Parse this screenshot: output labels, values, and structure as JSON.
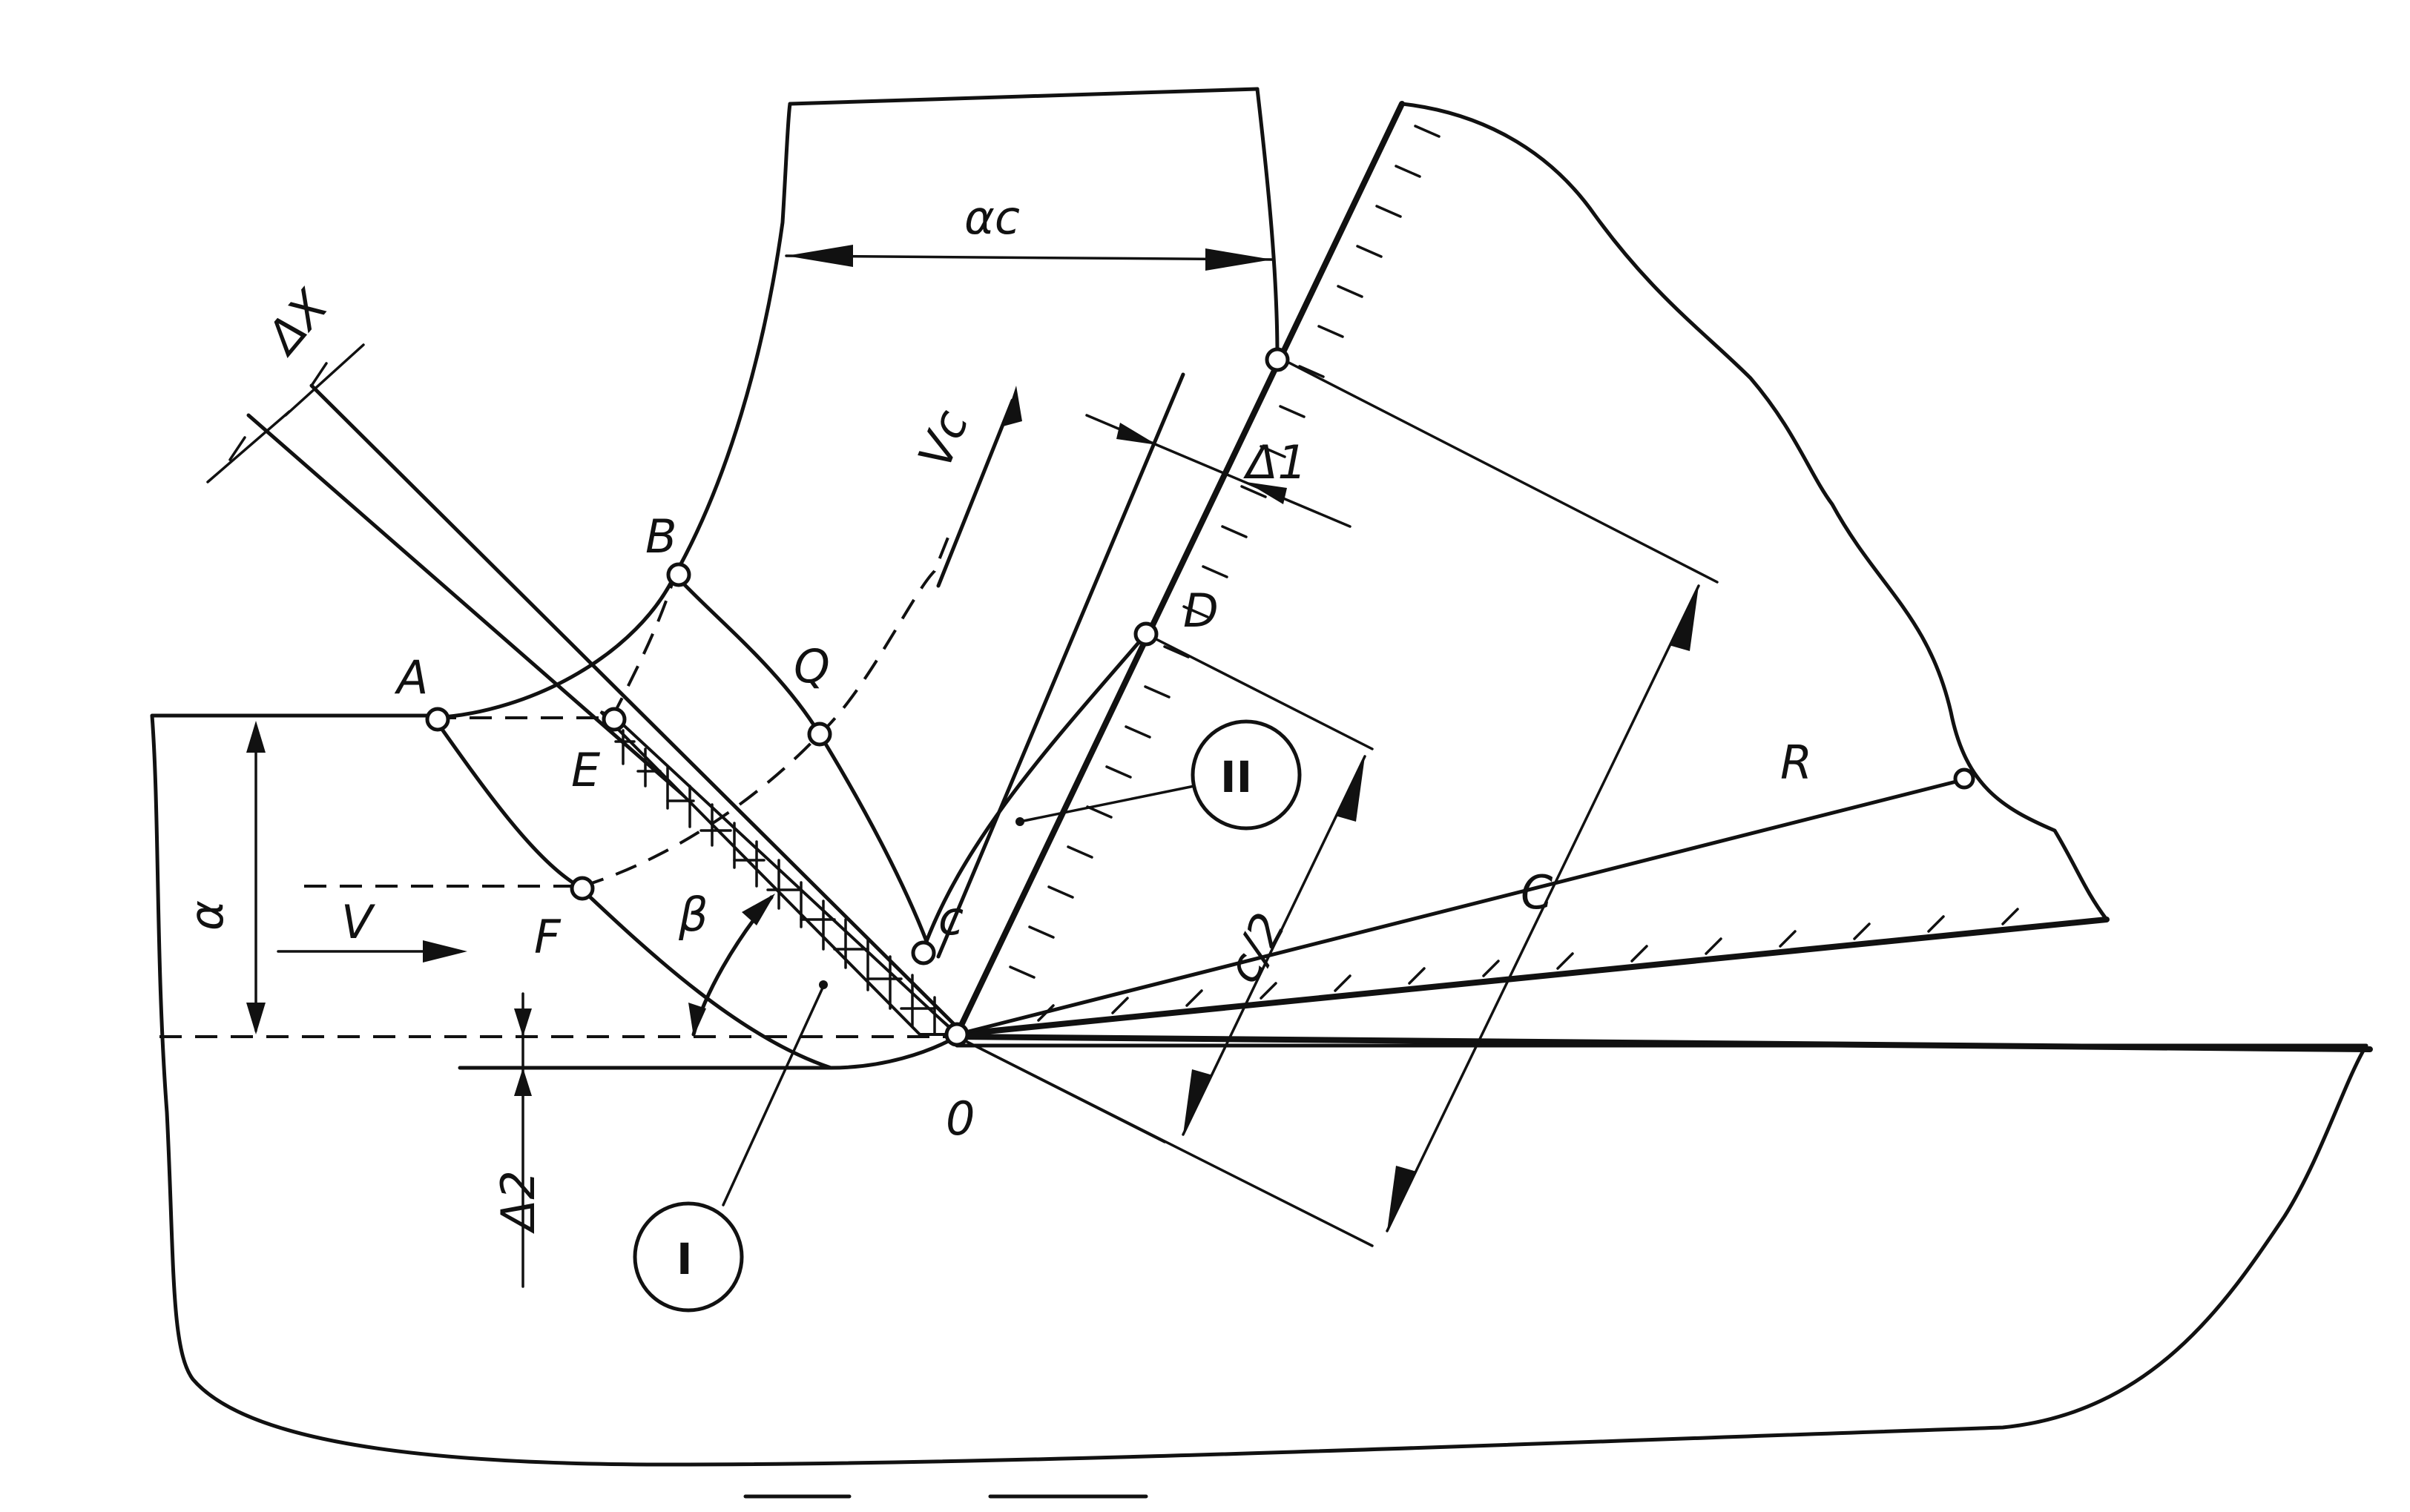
{
  "labels": {
    "ac": "αc",
    "dx": "ΔX",
    "vc": "Vc",
    "delta1": "Δ1",
    "A": "A",
    "B": "B",
    "Q": "Q",
    "E": "E",
    "F": "F",
    "D": "D",
    "c_small": "c",
    "O": "0",
    "R": "R",
    "C": "C",
    "c_half": "c/2",
    "a": "α",
    "V": "V",
    "beta": "β",
    "delta2": "Δ2",
    "zone1": "I",
    "zone2": "II"
  }
}
